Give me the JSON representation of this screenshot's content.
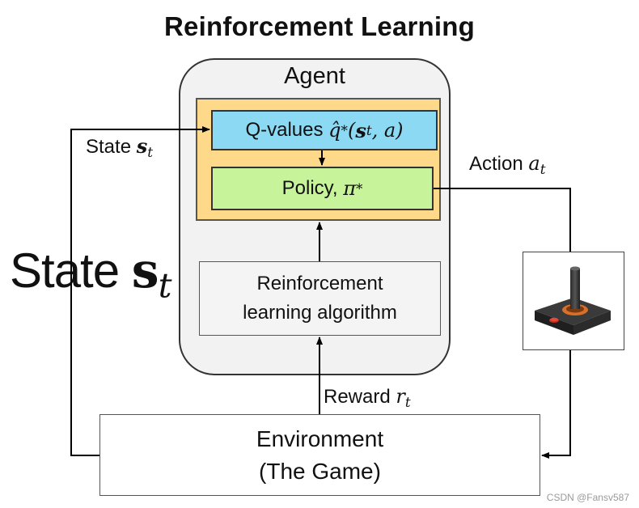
{
  "title": "Reinforcement Learning",
  "agent": {
    "label": "Agent"
  },
  "qvalues": {
    "label": "Q-values",
    "math_hat": "q̂",
    "math_star": "*",
    "math_s": "s",
    "math_sub_t": "t",
    "math_a": "a"
  },
  "policy": {
    "label": "Policy,",
    "math_pi": "π",
    "math_star": "*"
  },
  "algorithm": {
    "line1": "Reinforcement",
    "line2": "learning algorithm"
  },
  "environment": {
    "line1": "Environment",
    "line2": "(The Game)"
  },
  "state_label": {
    "text": "State",
    "var": "s",
    "sub": "t"
  },
  "action_label": {
    "text": "Action",
    "var": "a",
    "sub": "t"
  },
  "reward_label": {
    "text": "Reward",
    "var": "r",
    "sub": "t"
  },
  "big_state": {
    "text": "State",
    "var": "s",
    "sub": "t"
  },
  "joystick": {
    "icon": "joystick-icon"
  },
  "watermark": "CSDN @Fansv587",
  "colors": {
    "agent_bg": "#f2f2f2",
    "yellow": "#ffd98a",
    "qvalues": "#8cd9f3",
    "policy": "#c7f39a"
  }
}
